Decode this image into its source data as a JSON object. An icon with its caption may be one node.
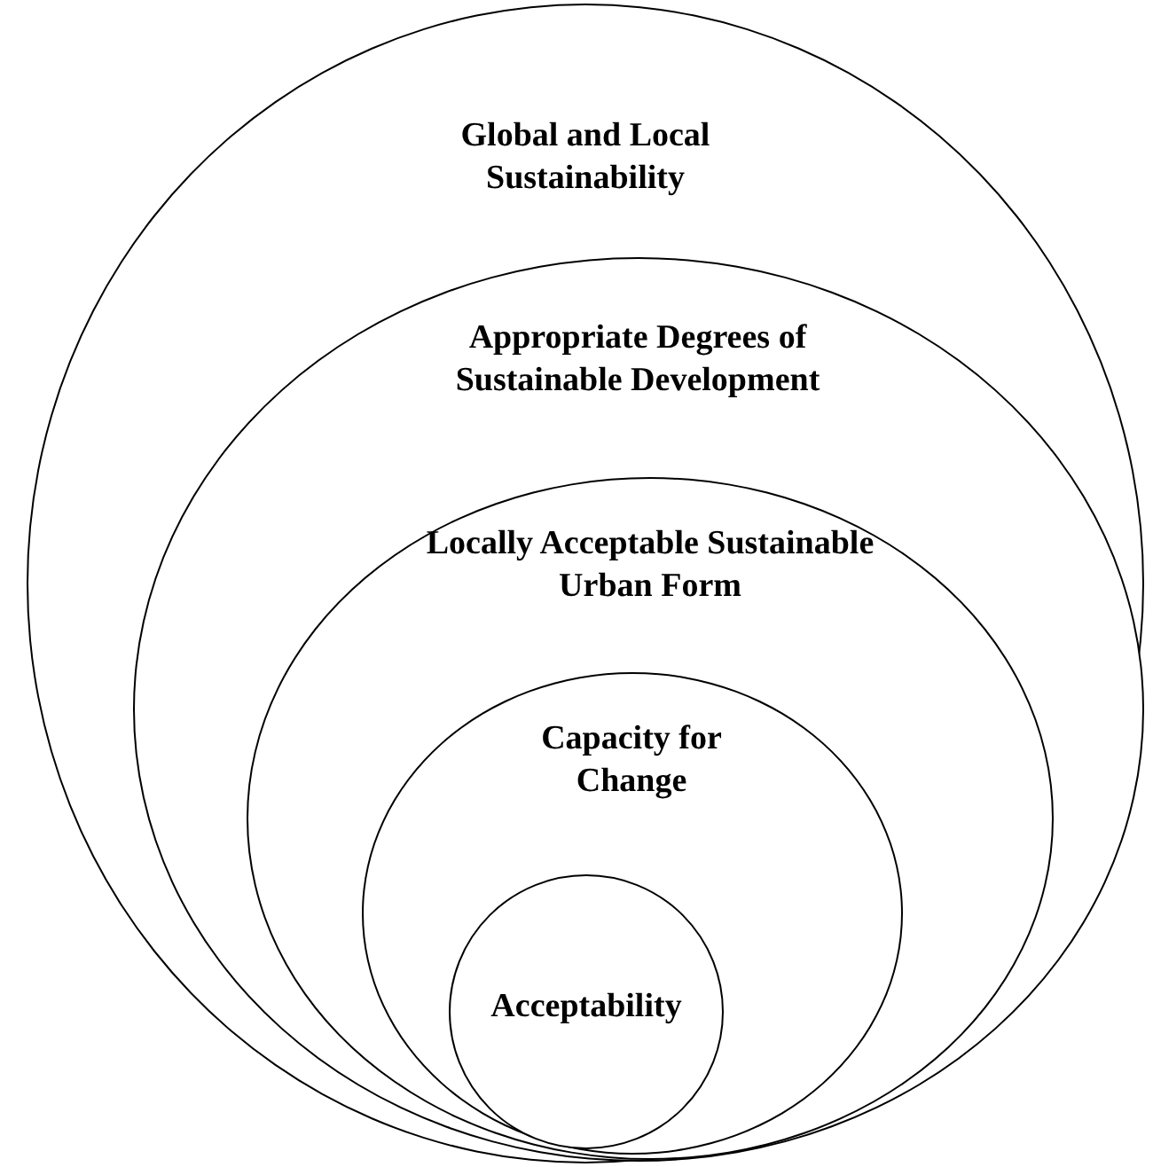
{
  "diagram": {
    "nodes": [
      {
        "text": [
          "Global and Local Sustainability"
        ]
      },
      {
        "text": [
          "Appropriate Degrees of Sustainable Development"
        ],
        "in": 0
      },
      {
        "text": [
          "Locally Acceptable Sustainable Urban Form"
        ],
        "in": 1
      },
      {
        "text": [
          "Capacity for Change"
        ],
        "in": 2
      },
      {
        "text": [
          "Acceptability"
        ],
        "in": 3
      }
    ]
  }
}
